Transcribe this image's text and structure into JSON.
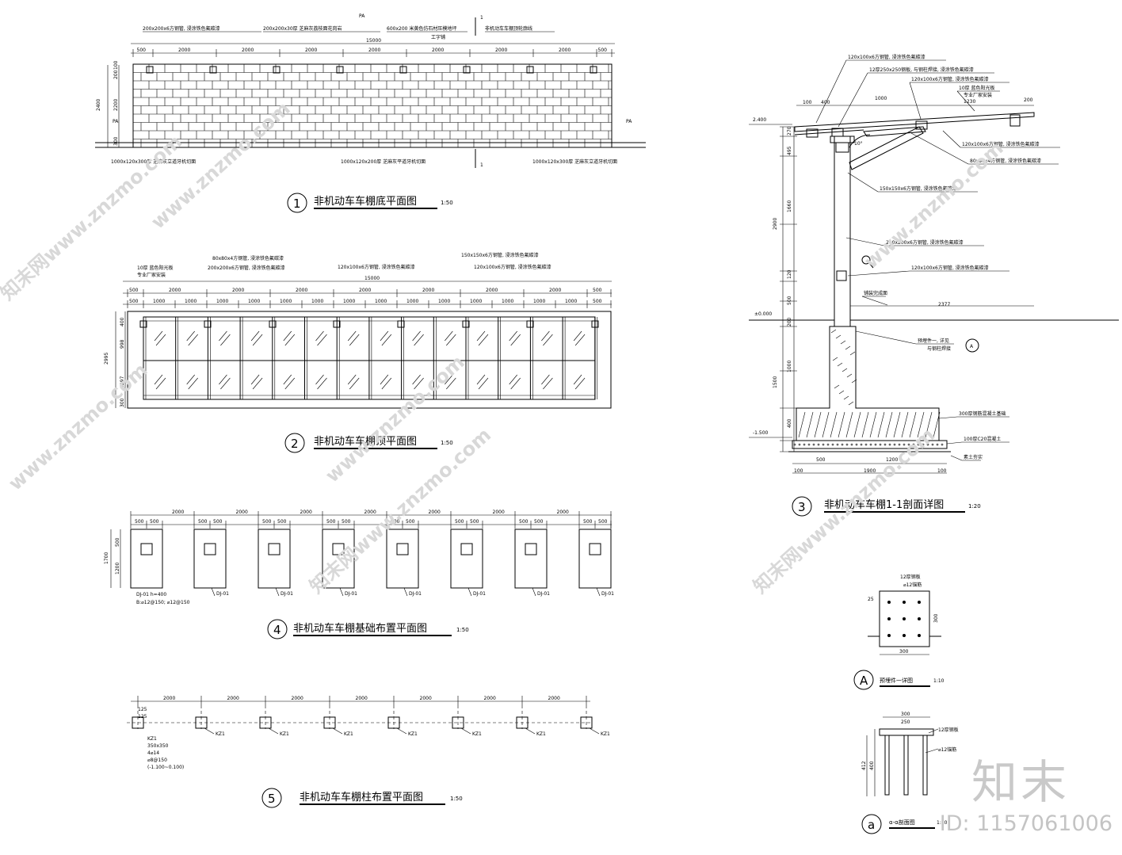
{
  "watermark": {
    "site": "www.znzmo.com",
    "brand": "知末",
    "id": "ID: 1157061006",
    "diag": "知末网www.znzmo.com"
  },
  "views": {
    "v1": {
      "num": "1",
      "title": "非机动车车棚底平面图",
      "scale": "1:50"
    },
    "v2": {
      "num": "2",
      "title": "非机动车车棚顶平面图",
      "scale": "1:50"
    },
    "v3": {
      "num": "3",
      "title": "非机动车车棚1-1剖面详图",
      "scale": "1:20"
    },
    "v4": {
      "num": "4",
      "title": "非机动车车棚基础布置平面图",
      "scale": "1:50"
    },
    "v5": {
      "num": "5",
      "title": "非机动车车棚柱布置平面图",
      "scale": "1:50"
    },
    "vA": {
      "num": "A",
      "title": "预埋件一详图",
      "scale": "1:10"
    },
    "va": {
      "num": "a",
      "title": "α-α剖面图",
      "scale": "1:10"
    }
  },
  "plan1": {
    "notes": [
      "200x200x6方钢管, 浸涂铁色氟碳漆",
      "200x200x30厚 芝麻灰荔枝面花岗岩",
      "600x200 米黄色仿石材压模地坪",
      "工字铺",
      "非机动车车棚顶轮廓线"
    ],
    "bottom_notes": [
      "1000x120x300厚 芝麻灰立道牙机切面",
      "1000x120x200厚 芝麻灰平道牙机切面",
      "1000x120x300厚 芝麻灰立道牙机切面"
    ],
    "total": "15000",
    "dims": [
      "500",
      "2000",
      "2000",
      "2000",
      "2000",
      "2000",
      "2000",
      "2000",
      "500"
    ],
    "left_dims": [
      "2400",
      "2200",
      "200",
      "100",
      "300"
    ],
    "marks": [
      "PA",
      "PA",
      "PA",
      "1",
      "1"
    ]
  },
  "plan2": {
    "notes": [
      "10厚 蓝色阳光板",
      "专业厂家安装",
      "80x80x4方钢管, 浸涂铁色氟碳漆",
      "200x200x6方钢管, 浸涂铁色氟碳漆",
      "120x100x6方钢管, 浸涂铁色氟碳漆",
      "150x150x6方钢管, 浸涂铁色氟碳漆",
      "120x100x6方钢管, 浸涂铁色氟碳漆"
    ],
    "total": "15000",
    "top_dims": [
      "500",
      "2000",
      "2000",
      "2000",
      "2000",
      "2000",
      "2000",
      "2000",
      "500"
    ],
    "sub_dims": [
      "500",
      "1000",
      "1000",
      "1000",
      "1000",
      "1000",
      "1000",
      "1000",
      "1000",
      "1000",
      "1000",
      "1000",
      "1000",
      "1000",
      "1000",
      "500"
    ],
    "left_dims": [
      "2995",
      "400",
      "998",
      "1297",
      "300"
    ]
  },
  "plan4": {
    "dims": [
      "2000",
      "500",
      "500"
    ],
    "left_dims": [
      "1700",
      "500",
      "1200"
    ],
    "label": "DJ-01",
    "note1": "DJ-01 h=400",
    "note2": "B:⌀12@150; ⌀12@150"
  },
  "plan5": {
    "dims": [
      "125",
      "125",
      "2000"
    ],
    "label": "KZ1",
    "notes": [
      "KZ1",
      "350x350",
      "4⌀14",
      "⌀8@150",
      "(-1.100~0.100)"
    ]
  },
  "section": {
    "notes": [
      "120x100x6方钢管, 浸涂铁色氟碳漆",
      "12厚250x250钢板, 与钢柱焊接, 浸涂铁色氟碳漆",
      "120x100x6方钢管, 浸涂铁色氟碳漆",
      "10厚 蓝色阳光板",
      "专业厂家安装",
      "120x100x6方钢管, 浸涂铁色氟碳漆",
      "80x80x4方钢管, 浸涂铁色氟碳漆",
      "150x150x6方钢管, 浸涂铁色氟碳漆",
      "200x200x6方钢管, 浸涂铁色氟碳漆",
      "120x100x6方钢管, 浸涂铁色氟碳漆",
      "铺装完成面",
      "预埋件一, 详见",
      "与钢柱焊接",
      "300厚钢筋混凝土基础",
      "100厚C20混凝土",
      "素土夯实"
    ],
    "levels": [
      "2.400",
      "±0.000",
      "-1.500"
    ],
    "dims_top": [
      "100",
      "400",
      "1000",
      "200",
      "1230"
    ],
    "dims_left": [
      "270",
      "495",
      "1660",
      "2900",
      "120",
      "500",
      "200",
      "1000",
      "1500",
      "400"
    ],
    "dims_bottom": [
      "500",
      "1200",
      "100",
      "1900",
      "100"
    ],
    "angle": "10°",
    "span": "2377"
  },
  "detailA": {
    "dims": [
      "300",
      "300",
      "25"
    ],
    "notes": [
      "12厚钢板",
      "⌀12锚筋"
    ]
  },
  "detaila": {
    "dims": [
      "300",
      "250",
      "400",
      "412"
    ],
    "notes": [
      "12厚钢板",
      "⌀12锚筋"
    ]
  }
}
